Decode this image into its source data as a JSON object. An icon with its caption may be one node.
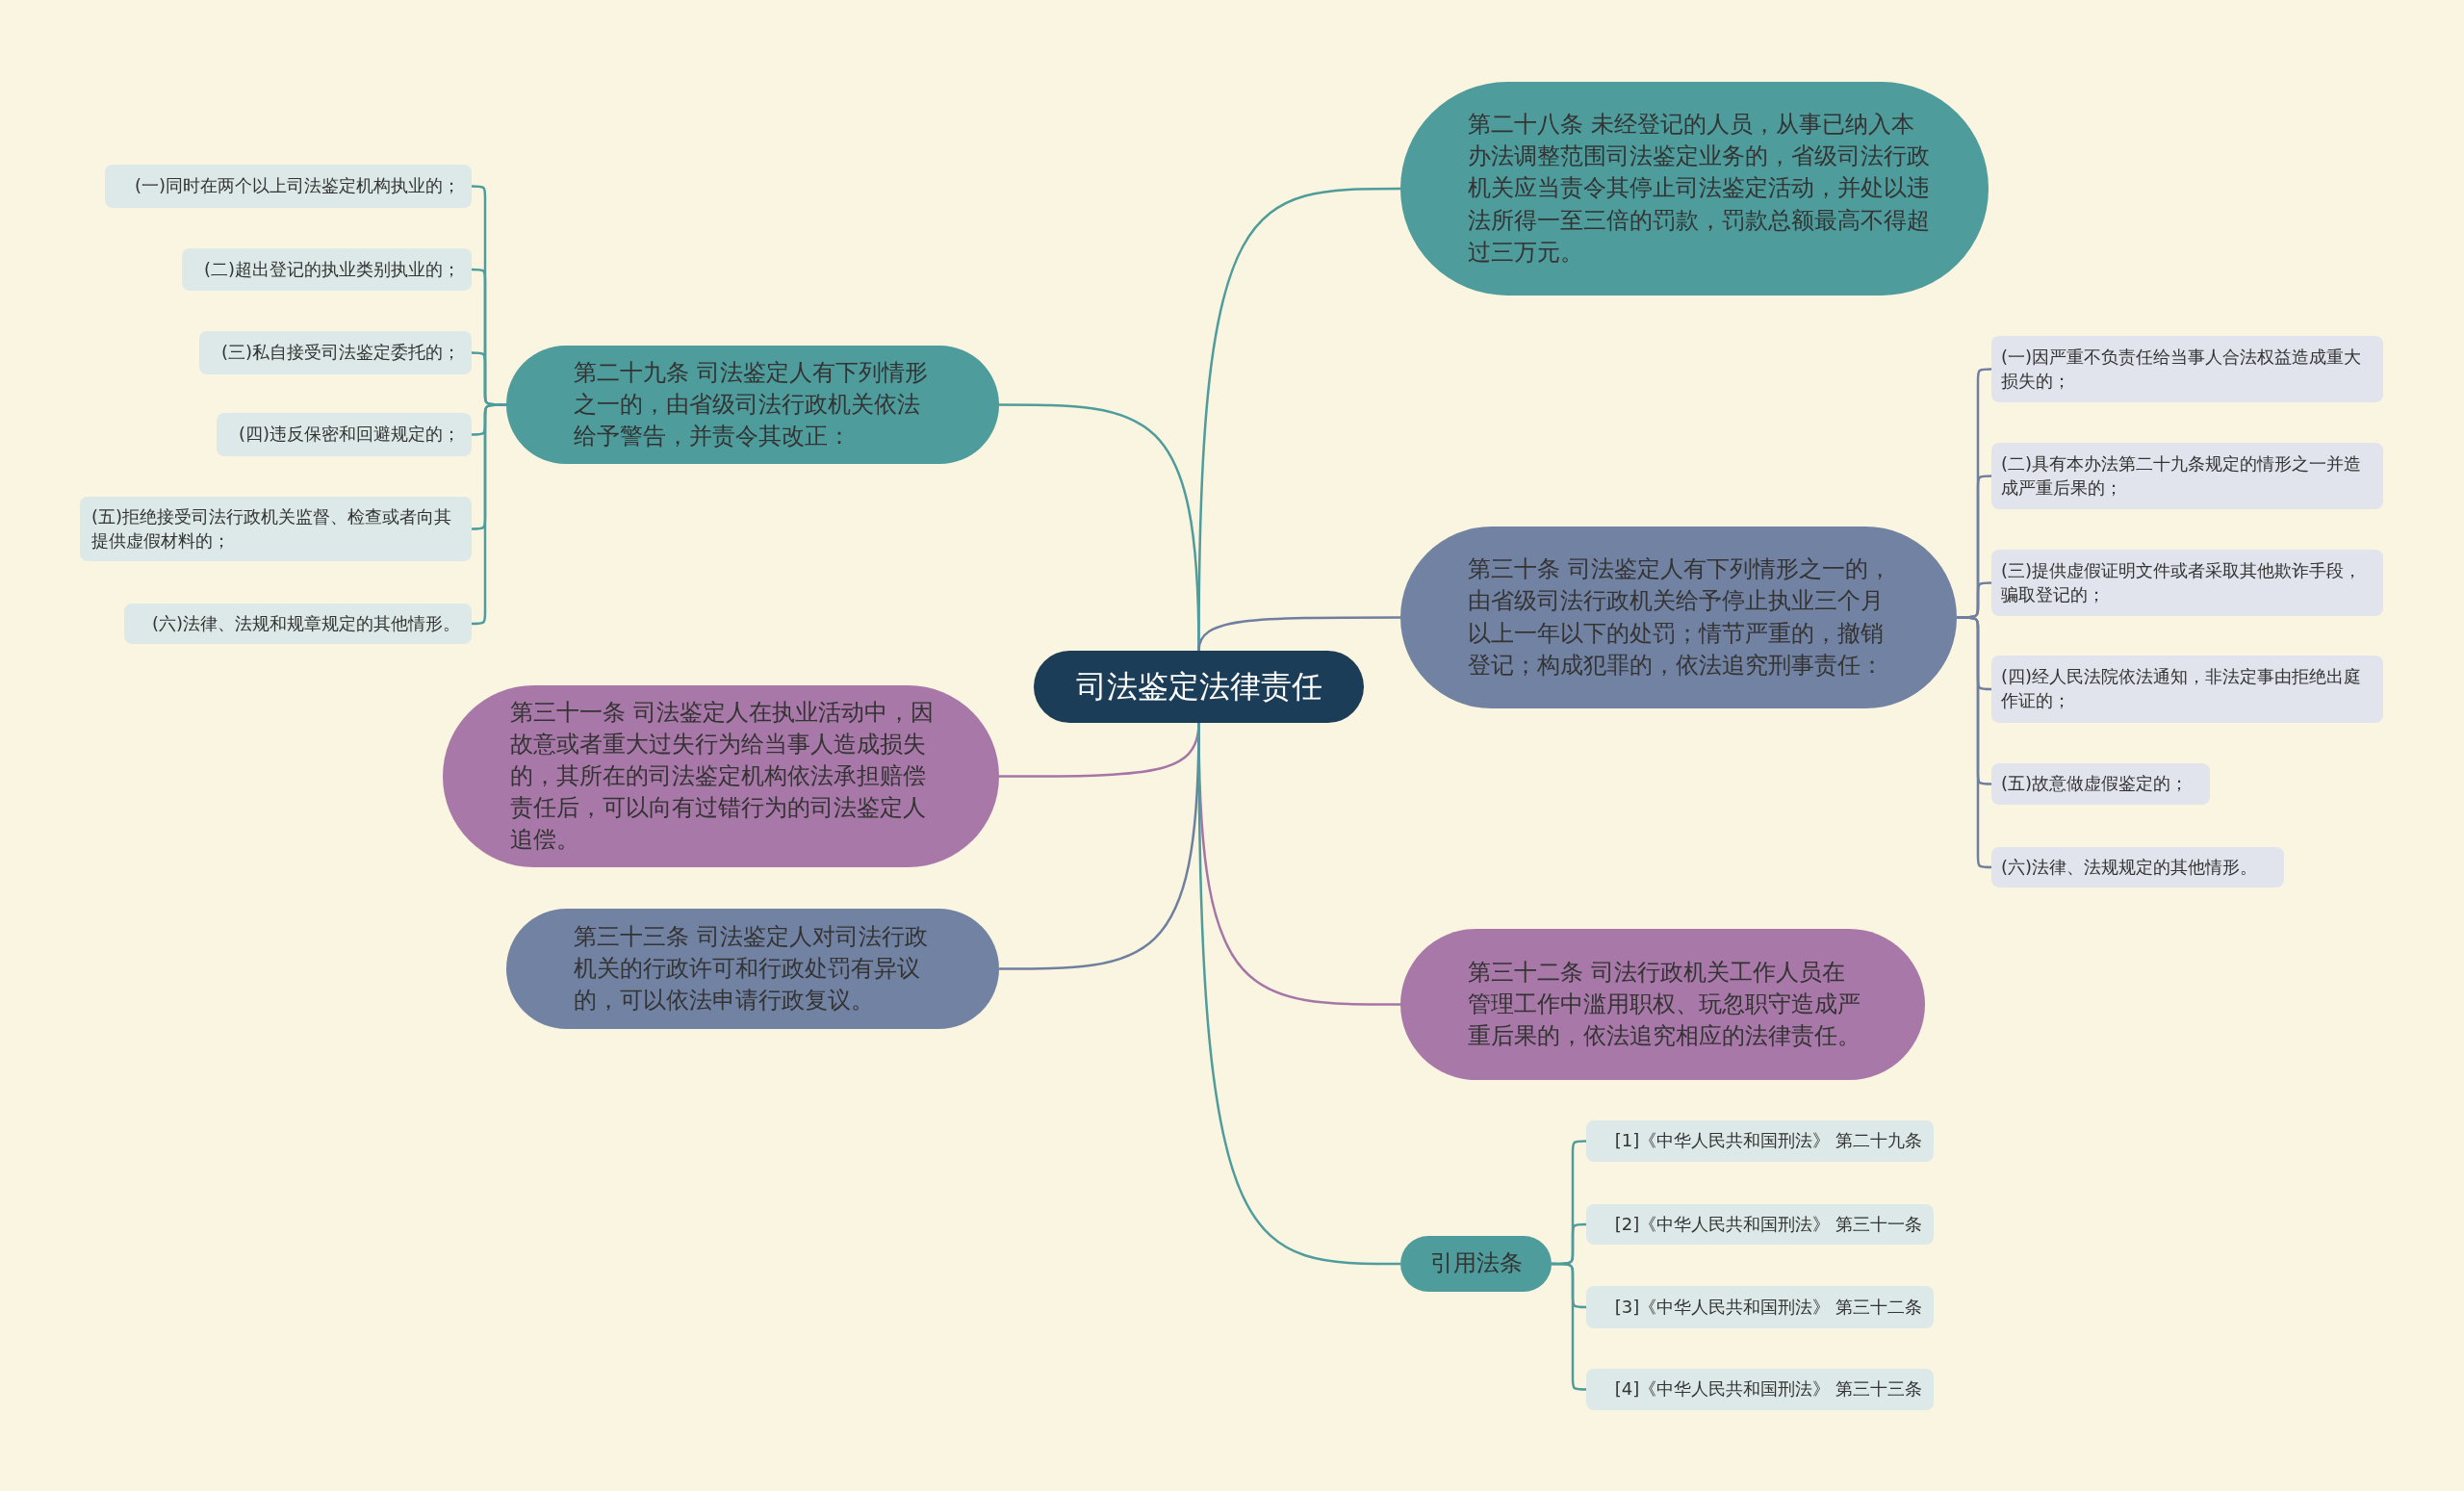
{
  "diagram": {
    "nodes": [
      {
        "text": [
          "司法鉴定法律责任"
        ]
      },
      {
        "text": [
          "第二十八条 未经登记的人员，从事已纳入本办法调整范围司法鉴定业务的，省级司法行政机关应当责令其停止司法鉴定活动，并处以违法所得一至三倍的罚款，罚款总额最高不得超过三万元。"
        ]
      },
      {
        "text": [
          "第二十九条 司法鉴定人有下列情形之一的，由省级司法行政机关依法给予警告，并责令其改正："
        ]
      },
      {
        "text": [
          "(一)同时在两个以上司法鉴定机构执业的；"
        ]
      },
      {
        "text": [
          "(二)超出登记的执业类别执业的；"
        ]
      },
      {
        "text": [
          "(三)私自接受司法鉴定委托的；"
        ]
      },
      {
        "text": [
          "(四)违反保密和回避规定的；"
        ]
      },
      {
        "text": [
          "(五)拒绝接受司法行政机关监督、检查或者向其提供虚假材料的；"
        ]
      },
      {
        "text": [
          "(六)法律、法规和规章规定的其他情形。"
        ]
      },
      {
        "text": [
          "第三十条 司法鉴定人有下列情形之一的，由省级司法行政机关给予停止执业三个月以上一年以下的处罚；情节严重的，撤销登记；构成犯罪的，依法追究刑事责任："
        ]
      },
      {
        "text": [
          "(一)因严重不负责任给当事人合法权益造成重大损失的；"
        ]
      },
      {
        "text": [
          "(二)具有本办法第二十九条规定的情形之一并造成严重后果的；"
        ]
      },
      {
        "text": [
          "(三)提供虚假证明文件或者采取其他欺诈手段，骗取登记的；"
        ]
      },
      {
        "text": [
          "(四)经人民法院依法通知，非法定事由拒绝出庭作证的；"
        ]
      },
      {
        "text": [
          "(五)故意做虚假鉴定的；"
        ]
      },
      {
        "text": [
          "(六)法律、法规规定的其他情形。"
        ]
      },
      {
        "text": [
          "第三十一条 司法鉴定人在执业活动中，因故意或者重大过失行为给当事人造成损失的，其所在的司法鉴定机构依法承担赔偿责任后，可以向有过错行为的司法鉴定人追偿。"
        ]
      },
      {
        "text": [
          "第三十二条 司法行政机关工作人员在管理工作中滥用职权、玩忽职守造成严重后果的，依法追究相应的法律责任。"
        ]
      },
      {
        "text": [
          "第三十三条 司法鉴定人对司法行政机关的行政许可和行政处罚有异议的，可以依法申请行政复议。"
        ]
      },
      {
        "text": [
          "引用法条"
        ]
      },
      {
        "text": [
          "[1]《中华人民共和国刑法》 第二十九条"
        ]
      },
      {
        "text": [
          "[2]《中华人民共和国刑法》 第三十一条"
        ]
      },
      {
        "text": [
          "[3]《中华人民共和国刑法》 第三十二条"
        ]
      },
      {
        "text": [
          "[4]《中华人民共和国刑法》 第三十三条"
        ]
      }
    ],
    "edges": [
      {
        "from": 0,
        "to": 1,
        "arrow": "none"
      },
      {
        "from": 0,
        "to": 2,
        "arrow": "none"
      },
      {
        "from": 2,
        "to": 3,
        "arrow": "none"
      },
      {
        "from": 2,
        "to": 4,
        "arrow": "none"
      },
      {
        "from": 2,
        "to": 5,
        "arrow": "none"
      },
      {
        "from": 2,
        "to": 6,
        "arrow": "none"
      },
      {
        "from": 2,
        "to": 7,
        "arrow": "none"
      },
      {
        "from": 2,
        "to": 8,
        "arrow": "none"
      },
      {
        "from": 0,
        "to": 9,
        "arrow": "none",
        "color": "#6f7fa0"
      },
      {
        "from": 9,
        "to": 10,
        "arrow": "none",
        "color": "#6f7fa0"
      },
      {
        "from": 9,
        "to": 11,
        "arrow": "none",
        "color": "#6f7fa0"
      },
      {
        "from": 9,
        "to": 12,
        "arrow": "none",
        "color": "#6f7fa0"
      },
      {
        "from": 9,
        "to": 13,
        "arrow": "none",
        "color": "#6f7fa0"
      },
      {
        "from": 9,
        "to": 14,
        "arrow": "none",
        "color": "#6f7fa0"
      },
      {
        "from": 9,
        "to": 15,
        "arrow": "none",
        "color": "#6f7fa0"
      },
      {
        "from": 0,
        "to": 16,
        "arrow": "none",
        "color": "#a675a8"
      },
      {
        "from": 0,
        "to": 17,
        "arrow": "none",
        "color": "#a675a8"
      },
      {
        "from": 0,
        "to": 18,
        "arrow": "none",
        "color": "#6f7fa0"
      },
      {
        "from": 0,
        "to": 19,
        "arrow": "none"
      },
      {
        "from": 19,
        "to": 20,
        "arrow": "none"
      },
      {
        "from": 19,
        "to": 21,
        "arrow": "none"
      },
      {
        "from": 19,
        "to": 22,
        "arrow": "none"
      },
      {
        "from": 19,
        "to": 23,
        "arrow": "none"
      }
    ]
  }
}
